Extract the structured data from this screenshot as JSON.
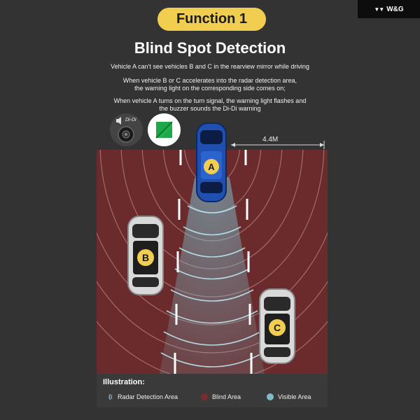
{
  "brand": {
    "name": "W&G"
  },
  "header": {
    "badge": "Function 1",
    "title": "Blind Spot Detection"
  },
  "description": {
    "line1": "Vehicle A can't see vehicles B and C in the rearview mirror while driving",
    "line2a": "When vehicle B or C accelerates into the radar detection area,",
    "line2b": "the warning light on the corresponding side comes on;",
    "line3a": "When vehicle A turns on the turn signal, the warning light flashes and",
    "line3b": "the buzzer sounds the Di-Di warning"
  },
  "buzzer": {
    "label": "Di-Di",
    "icon": "speaker-icon"
  },
  "distance": "4.4M",
  "vehicles": {
    "a": "A",
    "b": "B",
    "c": "C"
  },
  "legend": {
    "title": "Illustration:",
    "radar": "Radar Detection Area",
    "blind": "Blind Area",
    "visible": "Visible Area"
  },
  "colors": {
    "accent": "#f1ce4f",
    "blind": "#6b2b2c",
    "visible": "#7fd0e0",
    "car_a": "#1f4fb0",
    "warning_light": "#1ea84a"
  }
}
